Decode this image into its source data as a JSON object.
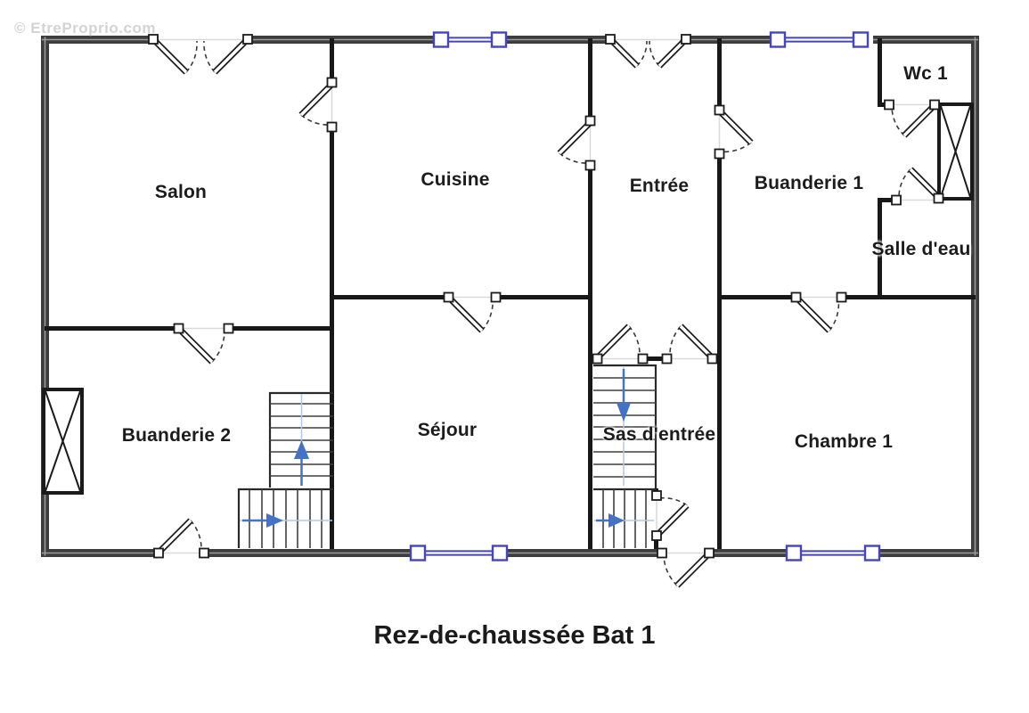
{
  "watermark": "© EtreProprio.com",
  "title": "Rez-de-chaussée Bat 1",
  "rooms": {
    "salon": "Salon",
    "cuisine": "Cuisine",
    "entree": "Entrée",
    "buanderie1": "Buanderie 1",
    "wc1": "Wc 1",
    "salle_deau": "Salle d'eau",
    "buanderie2": "Buanderie 2",
    "sejour": "Séjour",
    "sas_dentree": "Sas d'entrée",
    "chambre1": "Chambre 1"
  },
  "colors": {
    "exterior_wall": "#3d3d3d",
    "interior_wall": "#181818",
    "window_accent": "#4444c4",
    "stair_arrow": "#4472c4",
    "watermark_gray": "#b9b9b9"
  }
}
